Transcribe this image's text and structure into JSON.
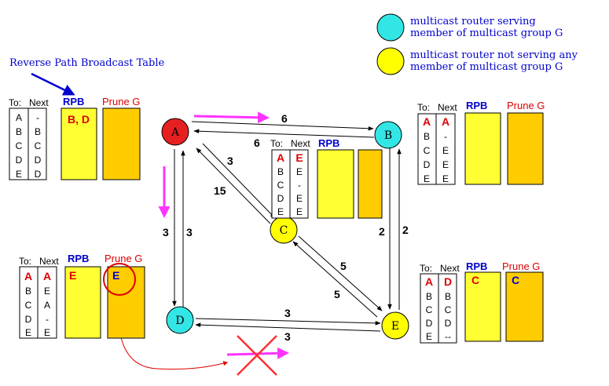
{
  "legend": {
    "serving_label_line1": "multicast router serving",
    "serving_label_line2": "member of multicast group G",
    "not_serving_label_line1": "multicast router not serving any",
    "not_serving_label_line2": "member of multicast group G",
    "serving_color": "#33e6e6",
    "not_serving_color": "#ffff00"
  },
  "rpb_table_caption": "Reverse Path Broadcast Table",
  "colors": {
    "source_router": "#e62020",
    "member_router": "#33e6e6",
    "nonmember_router": "#ffff00",
    "rpb_fill": "#ffff33",
    "prune_fill": "#ffcc00",
    "blue_label": "#0000cc",
    "red_label": "#dd0000",
    "magenta_arrow": "#ff33ff"
  },
  "routers": {
    "A": "A",
    "B": "B",
    "C": "C",
    "D": "D",
    "E": "E"
  },
  "link_costs": {
    "A_B_fwd": "6",
    "A_B_back": "6",
    "A_C_1": "3",
    "A_C_2": "15",
    "A_D_1": "3",
    "A_D_2": "3",
    "B_E_1": "2",
    "B_E_2": "2",
    "C_E_1": "5",
    "C_E_2": "5",
    "D_E_1": "3",
    "D_E_2": "3"
  },
  "tables": {
    "A": {
      "to_label": "To:",
      "next_label": "Next",
      "rpb_label": "RPB",
      "prune_label": "Prune G",
      "to": [
        "A",
        "B",
        "C",
        "D",
        "E"
      ],
      "next": [
        "-",
        "B",
        "C",
        "D",
        "D"
      ],
      "rpb": "B, D",
      "prune": ""
    },
    "B": {
      "to_label": "To:",
      "next_label": "Next",
      "rpb_label": "RPB",
      "prune_label": "Prune G",
      "to": [
        "A",
        "B",
        "C",
        "D",
        "E"
      ],
      "next": [
        "A",
        "-",
        "E",
        "E",
        "E"
      ],
      "rpb": "",
      "prune": ""
    },
    "C": {
      "to_label": "To:",
      "next_label": "Next",
      "rpb_label": "RPB",
      "to": [
        "A",
        "B",
        "C",
        "D",
        "E"
      ],
      "next": [
        "E",
        "E",
        "-",
        "E",
        "E"
      ],
      "rpb": "",
      "prune": ""
    },
    "D": {
      "to_label": "To:",
      "next_label": "Next",
      "rpb_label": "RPB",
      "prune_label": "Prune G",
      "to": [
        "A",
        "B",
        "C",
        "D",
        "E"
      ],
      "next": [
        "A",
        "E",
        "A",
        "-",
        "E"
      ],
      "rpb": "E",
      "prune": "E"
    },
    "E": {
      "to_label": "To:",
      "next_label": "Next",
      "rpb_label": "RPB",
      "prune_label": "Prune G",
      "to": [
        "A",
        "B",
        "C",
        "D",
        "E"
      ],
      "next": [
        "D",
        "B",
        "C",
        "D",
        "--"
      ],
      "rpb": "C",
      "prune": "C"
    }
  }
}
